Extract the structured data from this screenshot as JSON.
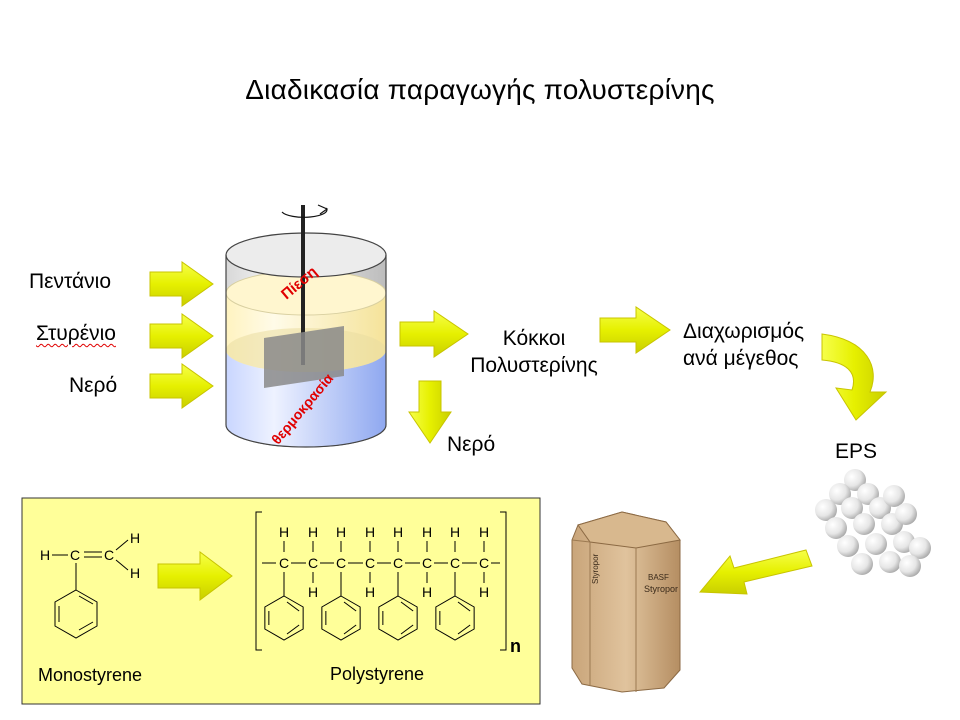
{
  "title": "Διαδικασία παραγωγής πολυστερίνης",
  "inputs": [
    "Πεντάνιο",
    "Στυρένιο",
    "Νερό"
  ],
  "reactor": {
    "pressure": "Πίεση",
    "temperature": "θερμοκρασία"
  },
  "output_water": "Νερό",
  "granules": {
    "line1": "Κόκκοι",
    "line2": "Πολυστερίνης"
  },
  "separation": {
    "line1": "Διαχωρισμός",
    "line2": "ανά μέγεθος"
  },
  "eps": "EPS",
  "chemistry": {
    "monomer_label": "Monostyrene",
    "polymer_label": "Polystyrene",
    "repeat_subscript": "n",
    "atom_H": "H",
    "atom_C": "C"
  },
  "box": {
    "brand": "Styropor",
    "maker": "BASF"
  },
  "colors": {
    "arrow_fill": "#e8f000",
    "arrow_edge": "#b8b000",
    "panel_bg": "#ffff99",
    "accent_red": "#e00000"
  }
}
